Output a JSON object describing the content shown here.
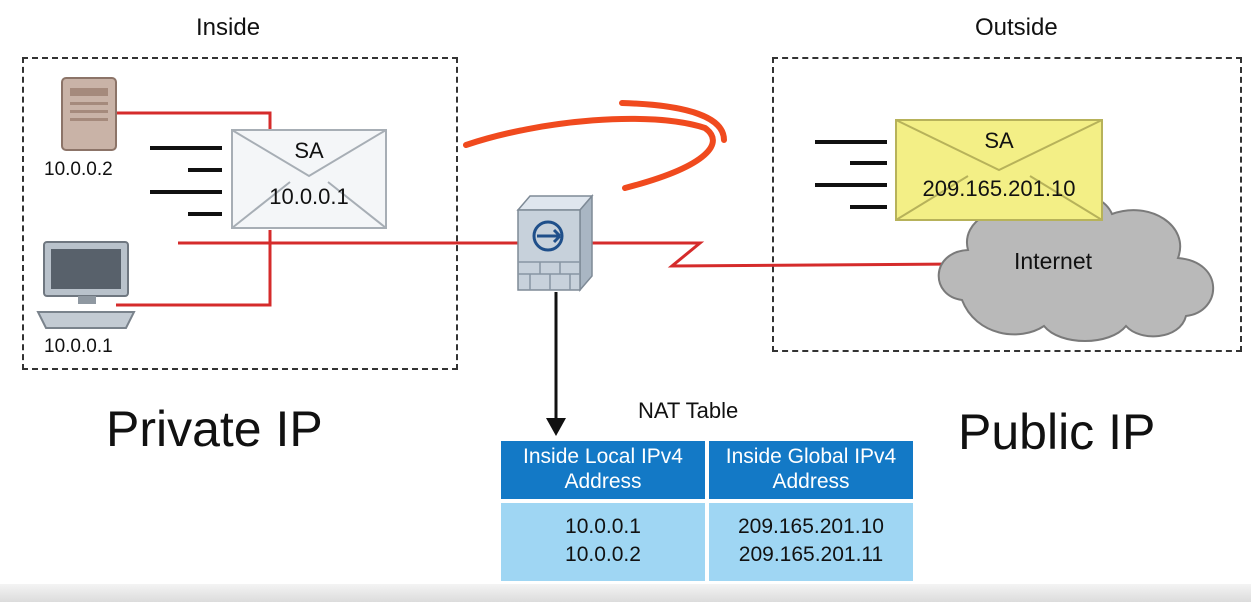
{
  "zones": {
    "inside_label": "Inside",
    "outside_label": "Outside",
    "private_label": "Private IP",
    "public_label": "Public IP"
  },
  "hosts": {
    "server_ip": "10.0.0.2",
    "pc_ip": "10.0.0.1"
  },
  "packet_inside": {
    "title": "SA",
    "address": "10.0.0.1"
  },
  "packet_outside": {
    "title": "SA",
    "address": "209.165.201.10"
  },
  "cloud": {
    "label": "Internet"
  },
  "nat_table": {
    "title": "NAT Table",
    "headers": [
      "Inside Local IPv4 Address",
      "Inside Global IPv4 Address"
    ],
    "rows": [
      [
        "10.0.0.1",
        "209.165.201.10"
      ],
      [
        "10.0.0.2",
        "209.165.201.11"
      ]
    ]
  },
  "colors": {
    "link_red": "#d52b2b",
    "arrow_orange": "#f04a1e",
    "table_header_blue": "#1379c6",
    "table_cell_blue": "#9fd6f3",
    "outside_envelope_yellow": "#f3ef86"
  }
}
